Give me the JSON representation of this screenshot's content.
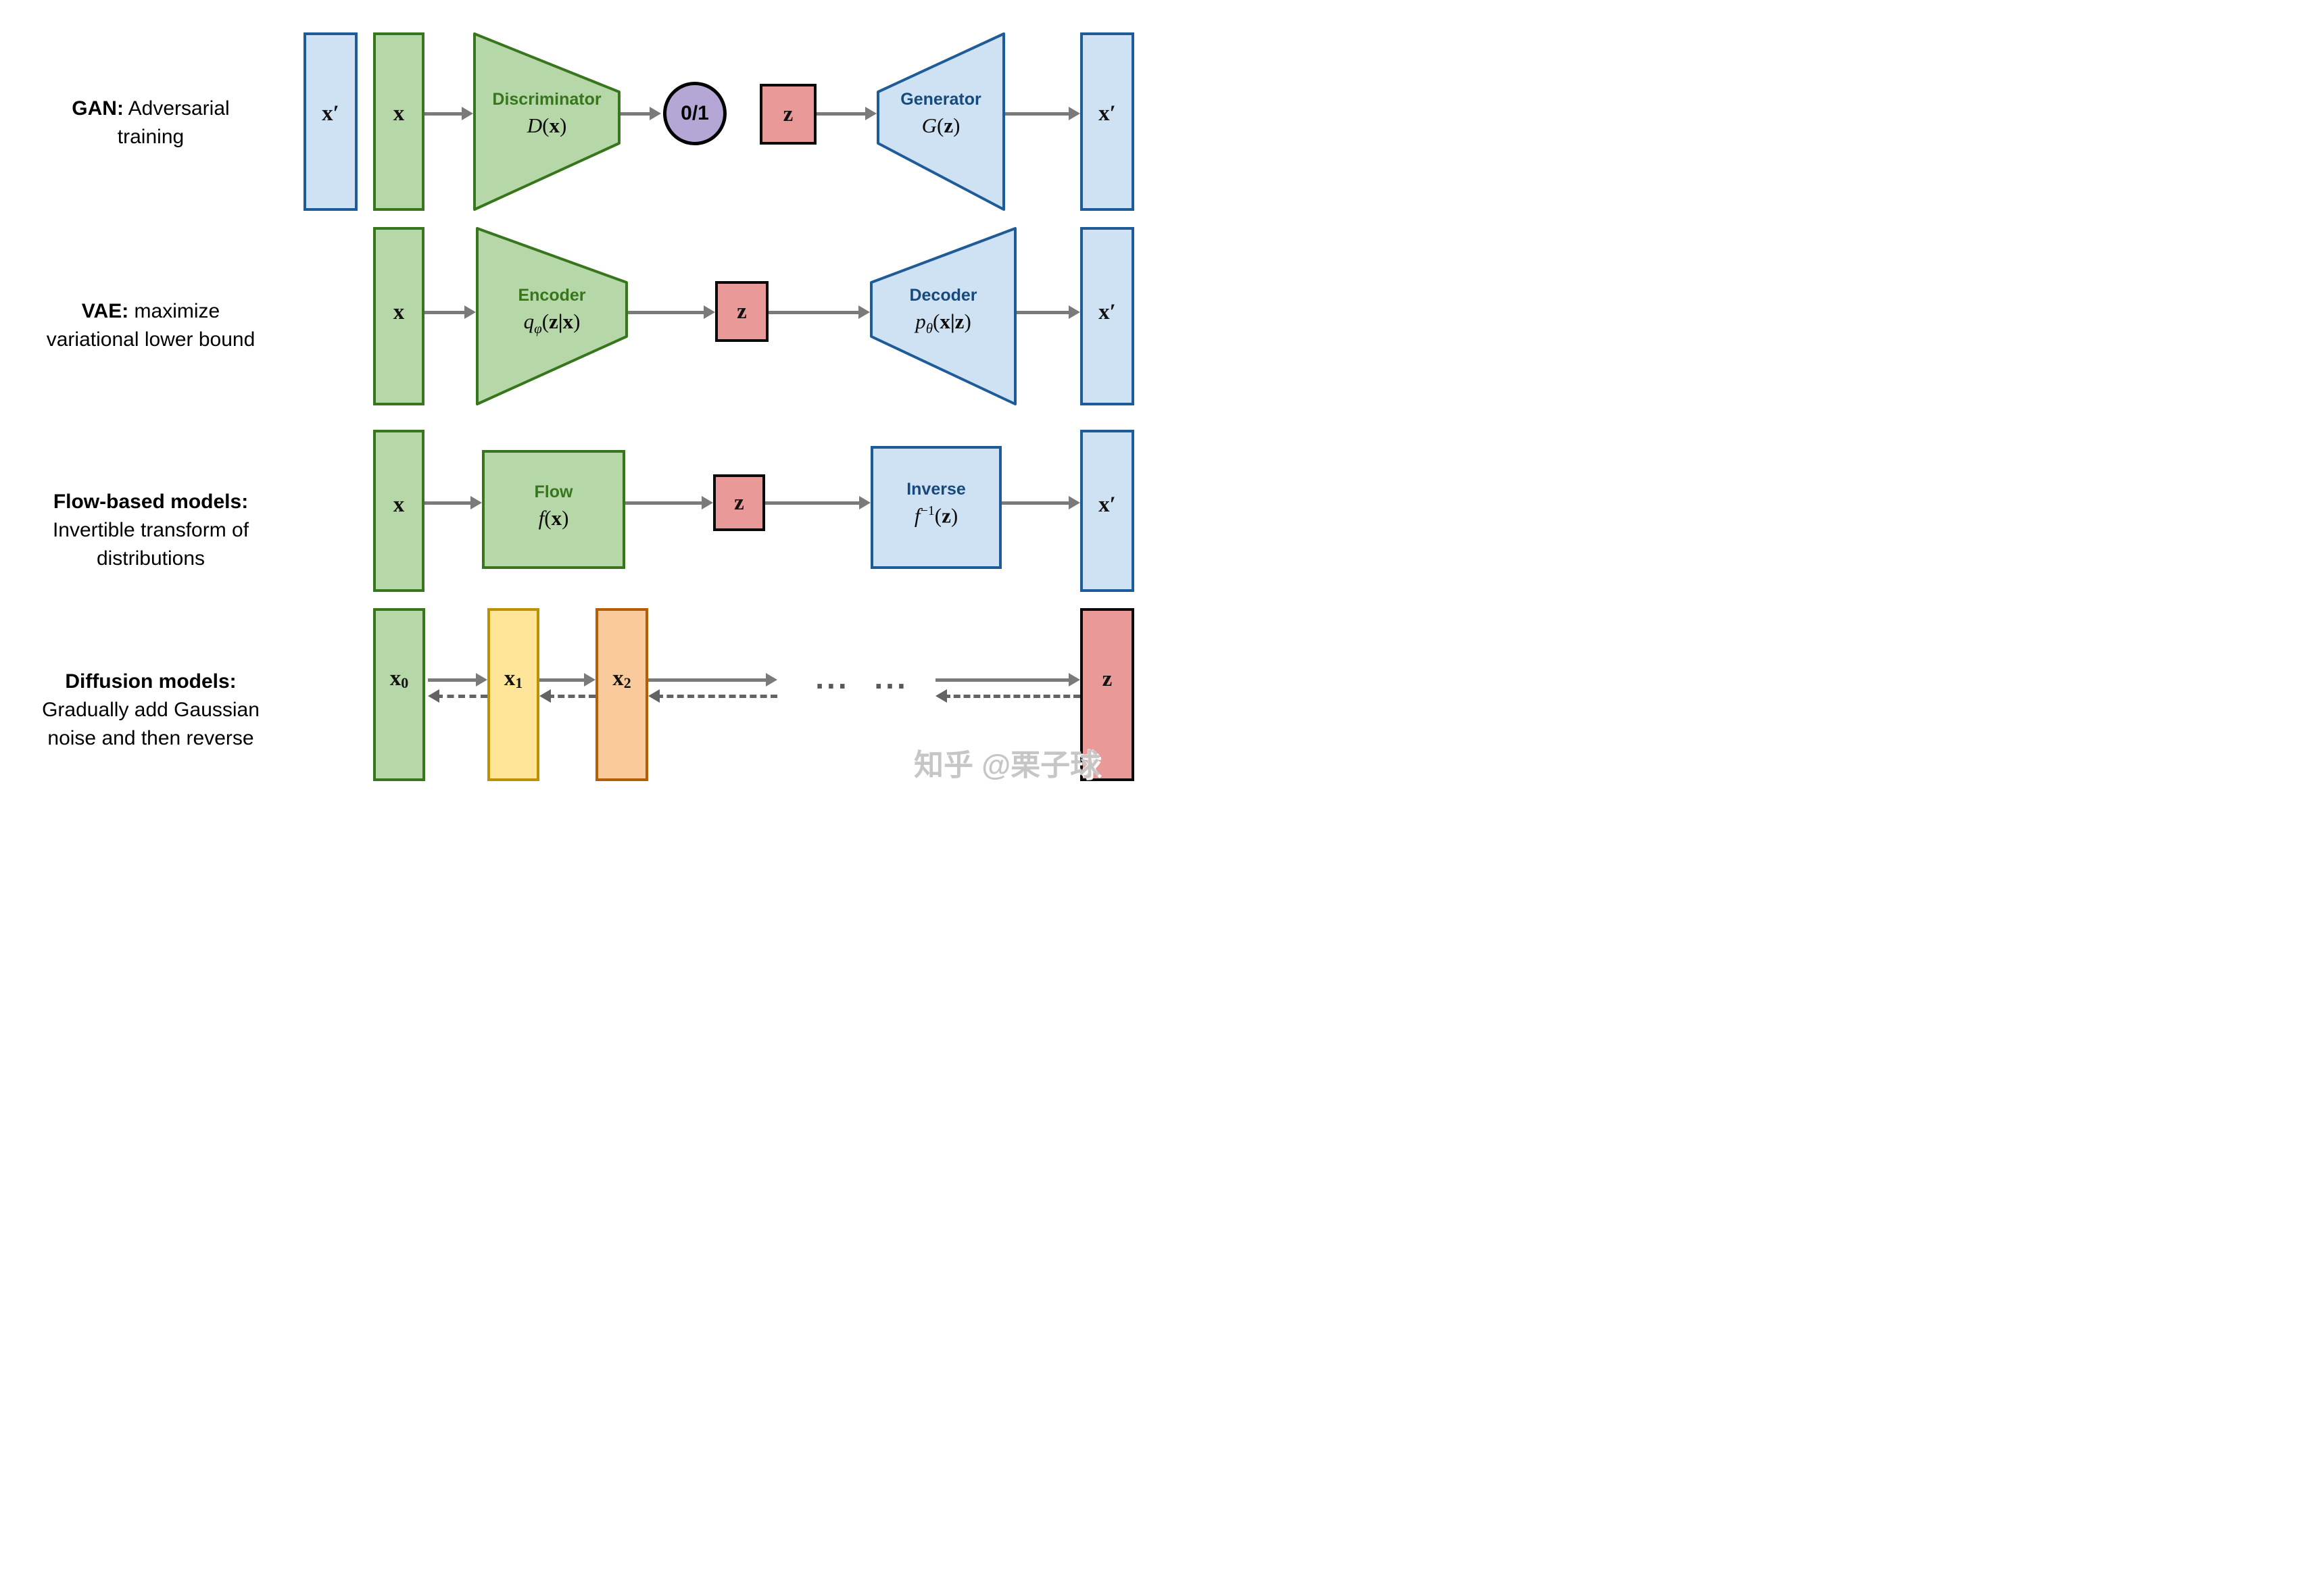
{
  "labels": {
    "gan": {
      "bold": "GAN:",
      "rest": " Adversarial",
      "line2": "training"
    },
    "vae": {
      "bold": "VAE:",
      "rest": " maximize",
      "line2": "variational lower bound"
    },
    "flow": {
      "bold": "Flow-based models:",
      "line2": "Invertible transform of",
      "line3": "distributions"
    },
    "diffusion": {
      "bold": "Diffusion models:",
      "line2": "Gradually add Gaussian",
      "line3": "noise and then reverse"
    }
  },
  "gan": {
    "x_prime_input": "x′",
    "x": "x",
    "discriminator": {
      "title": "Discriminator",
      "func": "D",
      "open": "(",
      "arg": "x",
      "close": ")"
    },
    "output": "0/1",
    "z": "z",
    "generator": {
      "title": "Generator",
      "func": "G",
      "open": "(",
      "arg": "z",
      "close": ")"
    },
    "x_prime_output": "x′"
  },
  "vae": {
    "x": "x",
    "encoder": {
      "title": "Encoder",
      "func": "q",
      "sub": "φ",
      "open": "(",
      "arg": "z|x",
      "close": ")"
    },
    "z": "z",
    "decoder": {
      "title": "Decoder",
      "func": "p",
      "sub": "θ",
      "open": "(",
      "arg": "x|z",
      "close": ")"
    },
    "x_prime": "x′"
  },
  "flow": {
    "x": "x",
    "flow_fn": {
      "title": "Flow",
      "func": "f",
      "open": "(",
      "arg": "x",
      "close": ")"
    },
    "z": "z",
    "inverse": {
      "title": "Inverse",
      "func": "f",
      "sup": "−1",
      "open": "(",
      "arg": "z",
      "close": ")"
    },
    "x_prime": "x′"
  },
  "diffusion": {
    "x0_base": "x",
    "x0_sub": "0",
    "x1_base": "x",
    "x1_sub": "1",
    "x2_base": "x",
    "x2_sub": "2",
    "dots": "... ...",
    "z": "z"
  },
  "watermark": "知乎 @栗子球",
  "colors": {
    "blue_fill": "#cfe2f3",
    "blue_border": "#1e5c99",
    "blue_text": "#174a7c",
    "green_fill": "#b6d7a8",
    "green_border": "#38761d",
    "green_text": "#38761d",
    "red_fill": "#ea9999",
    "purple_fill": "#b4a7d6",
    "yellow_fill": "#ffe599",
    "yellow_border": "#bf9000",
    "orange_fill": "#f9cb9c",
    "orange_border": "#b45f06",
    "arrow_solid": "#7a7a7a",
    "arrow_dashed": "#636363",
    "black": "#000000"
  }
}
